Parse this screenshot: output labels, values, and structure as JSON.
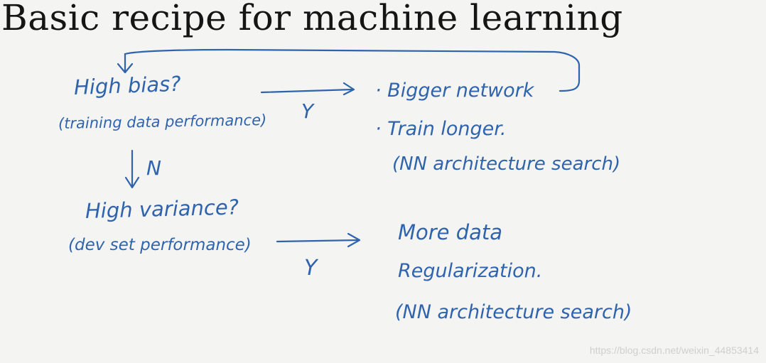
{
  "title": "Basic recipe for machine learning",
  "decision_1": {
    "question": "High bias?",
    "note": "(training data performance)",
    "yes_label": "Y",
    "no_label": "N",
    "remedies": [
      "· Bigger network",
      "· Train longer.",
      "(NN architecture search)"
    ]
  },
  "decision_2": {
    "question": "High variance?",
    "note": "(dev set performance)",
    "yes_label": "Y",
    "remedies": [
      "More data",
      "Regularization.",
      "(NN architecture search)"
    ]
  },
  "watermark": "https://blog.csdn.net/weixin_44853414",
  "colors": {
    "ink": "#2f64ad",
    "title": "#151515",
    "background": "#f4f4f3"
  }
}
